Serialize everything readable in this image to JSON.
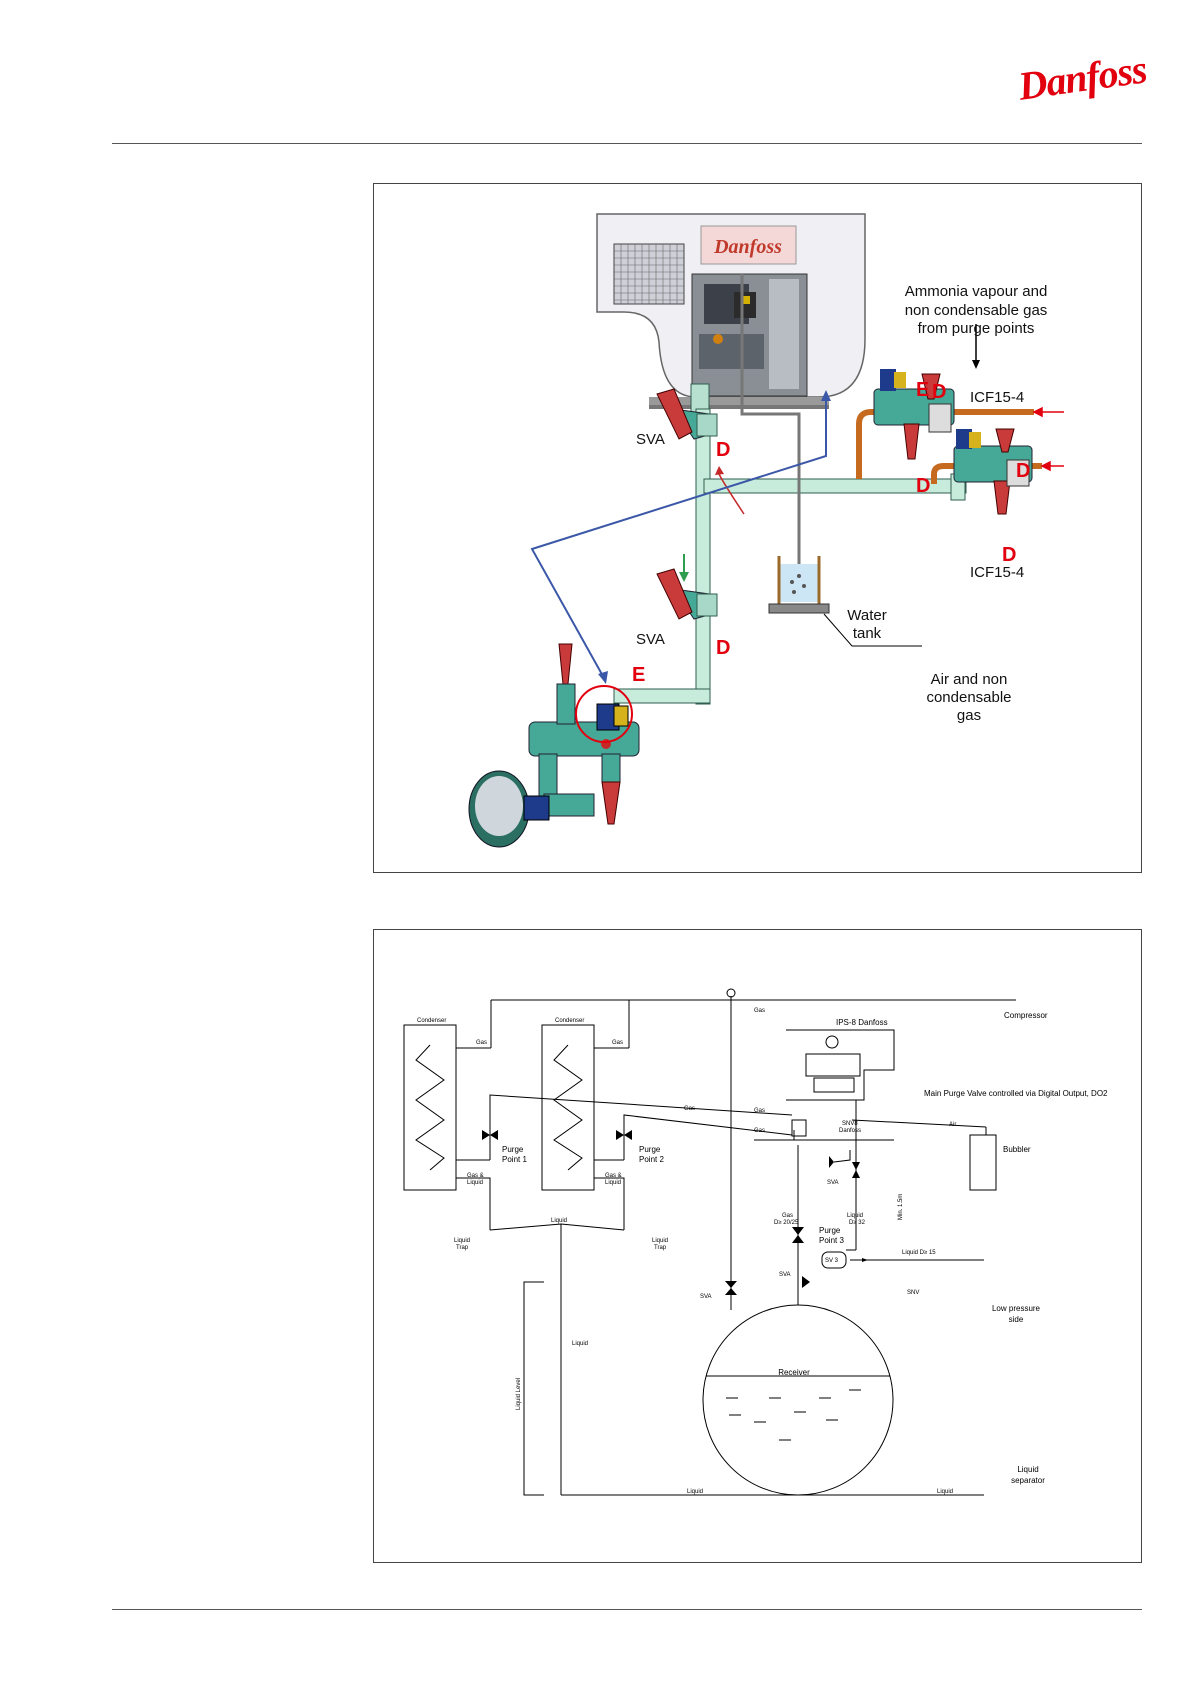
{
  "header": {
    "logo_text": "Danfoss"
  },
  "figure1": {
    "cabinet_logo": "Danfoss",
    "labels": {
      "ammonia_1": "Ammonia vapour and",
      "ammonia_2": "non condensable gas",
      "ammonia_3": "from purge points",
      "icf_top": "ICF15-4",
      "icf_bottom": "ICF15-4",
      "sva_top": "SVA",
      "sva_bottom": "SVA",
      "water_1": "Water",
      "water_2": "tank",
      "air_1": "Air and non",
      "air_2": "condensable",
      "air_3": "gas",
      "letter_d": "D",
      "letter_e": "E"
    }
  },
  "figure2": {
    "labels": {
      "condenser_1": "Condenser",
      "condenser_2": "Condenser",
      "gas_top": "Gas",
      "gas_c1": "Gas",
      "gas_c2": "Gas",
      "compressor": "Compressor",
      "ips": "IPS-8 Danfoss",
      "main_purge": "Main Purge Valve controlled via Digital Output, DO2",
      "gas_mid1": "Gas",
      "gas_mid2": "Gas",
      "snv_1": "SNV8",
      "snv_2": "Danfoss",
      "air": "Air",
      "bubbler": "Bubbler",
      "purge1_a": "Purge",
      "purge1_b": "Point 1",
      "purge2_a": "Purge",
      "purge2_b": "Point 2",
      "gasliq1_a": "Gas &",
      "gasliq1_b": "Liquid",
      "gasliq2_a": "Gas &",
      "gasliq2_b": "Liquid",
      "sva_right": "SVA",
      "min": "Min. 1.5m",
      "liqtrap1_a": "Liquid",
      "liqtrap1_b": "Trap",
      "liqtrap2_a": "Liquid",
      "liqtrap2_b": "Trap",
      "liquid_top": "Liquid",
      "gas_d_a": "Gas",
      "gas_d_b": "D≥ 20/25",
      "liq_d_a": "Liquid",
      "liq_d_b": "D≥ 32",
      "purge3_a": "Purge",
      "purge3_b": "Point 3",
      "sv3": "SV 3",
      "sva_mid": "SVA",
      "liquid_d15": "Liquid D≥ 15",
      "low_a": "Low pressure",
      "low_b": "side",
      "snv": "SNV",
      "sva_left": "SVA",
      "receiver": "Receiver",
      "liquid_down": "Liquid",
      "liquid_level": "Liquid Level",
      "liq_sep_a": "Liquid",
      "liq_sep_b": "separator",
      "liquid_bottom1": "Liquid",
      "liquid_bottom2": "Liquid"
    }
  }
}
